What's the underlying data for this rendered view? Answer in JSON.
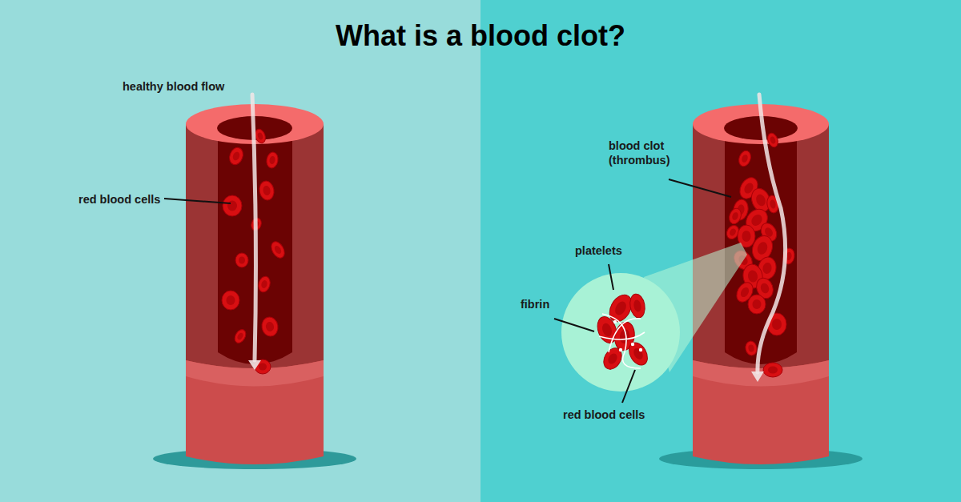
{
  "diagram": {
    "title": "What is a blood clot?",
    "labels": [
      "healthy blood flow",
      "red blood cells",
      "blood clot (thrombus)",
      "platelets",
      "fibrin",
      "red blood cells"
    ]
  }
}
